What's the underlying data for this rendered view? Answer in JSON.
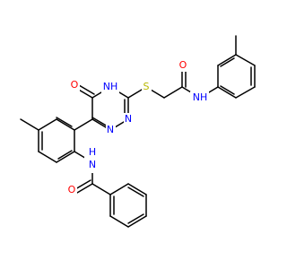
{
  "colors": {
    "carbon_bond": "#000000",
    "O": "#ff0000",
    "N": "#0000ff",
    "S": "#b8b800",
    "background": "#ffffff"
  },
  "atoms": {
    "O_ketone": "O",
    "NH_ring": "NH",
    "N_ring_1": "N",
    "N_ring_2": "N",
    "S_thioether": "S",
    "O_amide_1": "O",
    "NH_amide_1": "NH",
    "NH_amide_2": "N",
    "H_amide_2": "H",
    "O_amide_2": "O"
  }
}
